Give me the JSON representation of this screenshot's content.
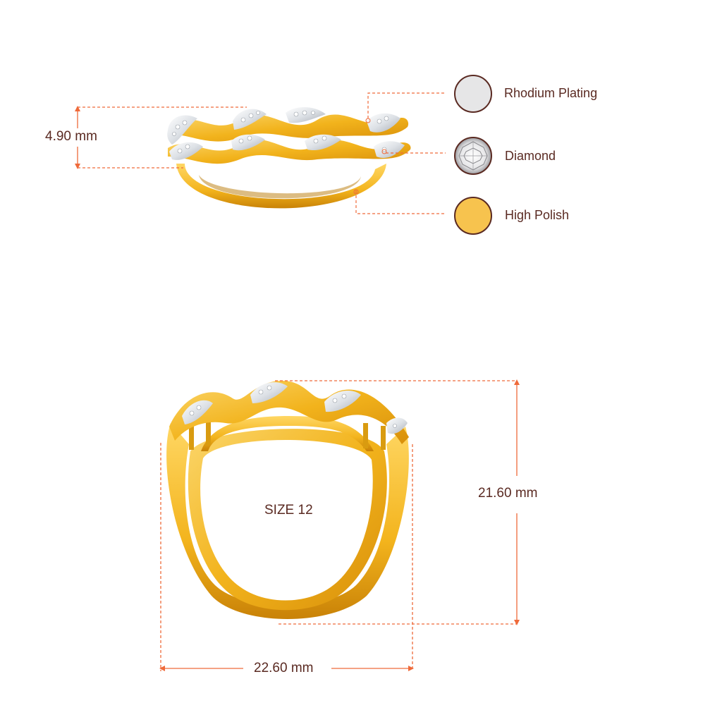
{
  "dimensions": {
    "height_top": "4.90 mm",
    "height_front": "21.60 mm",
    "width_front": "22.60 mm",
    "size": "SIZE 12"
  },
  "legend": {
    "items": [
      {
        "label": "Rhodium Plating",
        "icon": "rhodium-swatch",
        "color": "#e5e5e6"
      },
      {
        "label": "Diamond",
        "icon": "diamond-swatch",
        "color": "#f2f2f2"
      },
      {
        "label": "High Polish",
        "icon": "gold-swatch",
        "color": "#f7c34e"
      }
    ]
  },
  "colors": {
    "dimension_line": "#ef6a3a",
    "text": "#5a2a22",
    "gold": "#f5b81f",
    "gold_dark": "#d88f0a",
    "rhodium": "#dfe2e6",
    "swatch_border": "#5a2a22"
  }
}
